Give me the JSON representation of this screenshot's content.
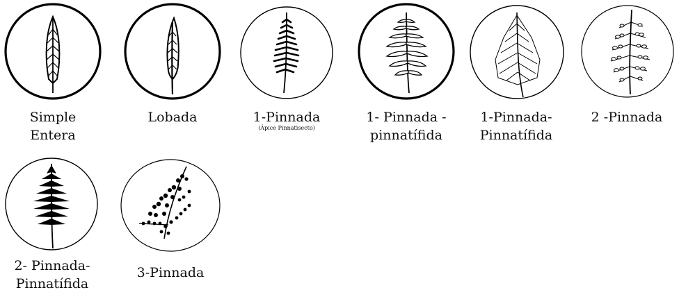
{
  "items": [
    {
      "line1": "Simple",
      "line2": "Entera",
      "icon": "simple-leaf-icon"
    },
    {
      "line1": "Lobada",
      "line2": "",
      "icon": "lobed-leaf-icon"
    },
    {
      "line1": "1-Pinnada",
      "line2": "",
      "note": "(Ápice Pinnatisecto)",
      "icon": "pinnate-frond-icon"
    },
    {
      "line1": "1- Pinnada -",
      "line2": "pinnatífida",
      "icon": "pinnate-pinnatifid-frond-icon"
    },
    {
      "line1": "1-Pinnada-",
      "line2": "Pinnatífida",
      "icon": "pinnate-pinnatifid-frond-icon"
    },
    {
      "line1": "2 -Pinnada",
      "line2": "",
      "icon": "bipinnate-frond-icon"
    },
    {
      "line1": "2- Pinnada-",
      "line2": "Pinnatífida",
      "icon": "bipinnate-pinnatifid-frond-icon"
    },
    {
      "line1": "3-Pinnada",
      "line2": "",
      "icon": "tripinnate-frond-icon"
    }
  ]
}
